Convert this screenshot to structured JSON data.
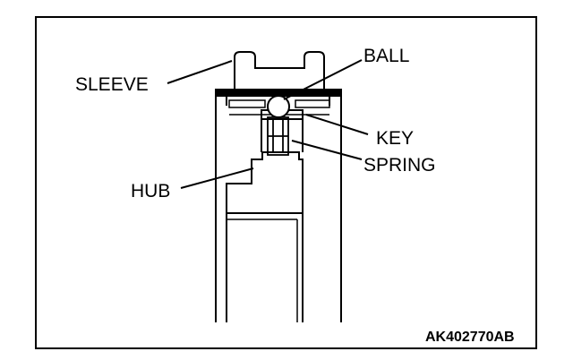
{
  "diagram": {
    "labels": {
      "sleeve": "SLEEVE",
      "ball": "BALL",
      "key": "KEY",
      "spring": "SPRING",
      "hub": "HUB"
    },
    "figure_code": "AK402770AB",
    "colors": {
      "ink": "#000000",
      "background": "#ffffff"
    }
  }
}
